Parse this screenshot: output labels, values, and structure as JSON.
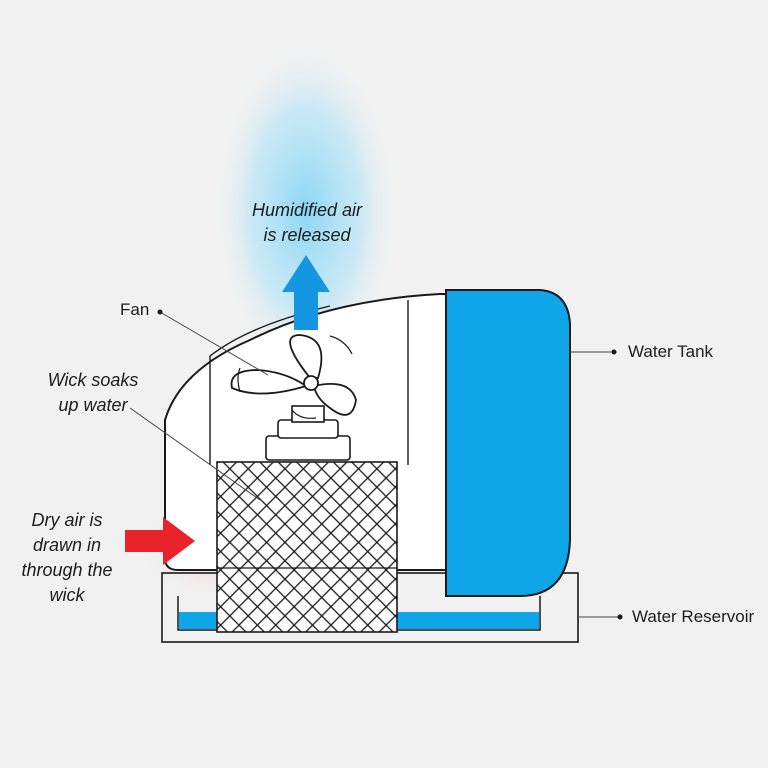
{
  "colors": {
    "background": "#f1f1f1",
    "water_blue": "#0ea5e9",
    "outline": "#1a1a1a",
    "dry_air_red": "#e8232a",
    "humid_glow": "#7fd3f5"
  },
  "labels": {
    "humidified_air": [
      "Humidified air",
      "is released"
    ],
    "fan": "Fan",
    "wick": [
      "Wick soaks",
      "up water"
    ],
    "dry_air": [
      "Dry air is",
      "drawn in",
      "through the",
      "wick"
    ],
    "water_tank": "Water Tank",
    "water_reservoir": "Water Reservoir"
  },
  "icons": {
    "humid_arrow": "arrow-up-icon",
    "dry_arrow": "arrow-right-icon",
    "fan": "fan-icon"
  }
}
